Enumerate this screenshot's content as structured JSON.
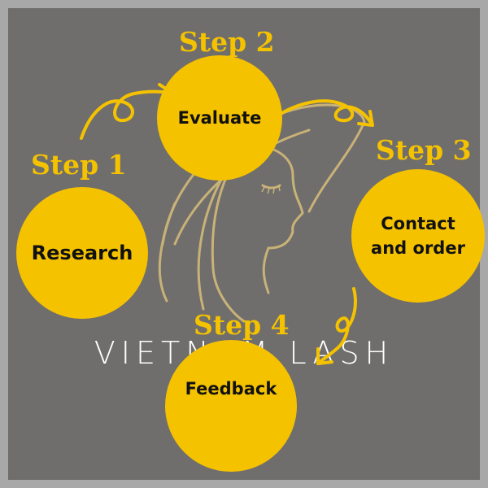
{
  "colors": {
    "background_frame": "#a8a8a8",
    "panel": "#6f6e6c",
    "accent_yellow": "#f5c200",
    "circle_text": "#111111",
    "brand_text": "#ffffff",
    "logo_gold": "#d9bf7a"
  },
  "brand": {
    "text": "VIETNAM LASH"
  },
  "steps": [
    {
      "label": "Step 1",
      "name": "Research"
    },
    {
      "label": "Step 2",
      "name": "Evaluate"
    },
    {
      "label": "Step 3",
      "name": "Contact and order"
    },
    {
      "label": "Step 4",
      "name": "Feedback"
    }
  ],
  "icons": [
    "woman-silhouette-logo-icon",
    "loop-arrow-icon"
  ]
}
